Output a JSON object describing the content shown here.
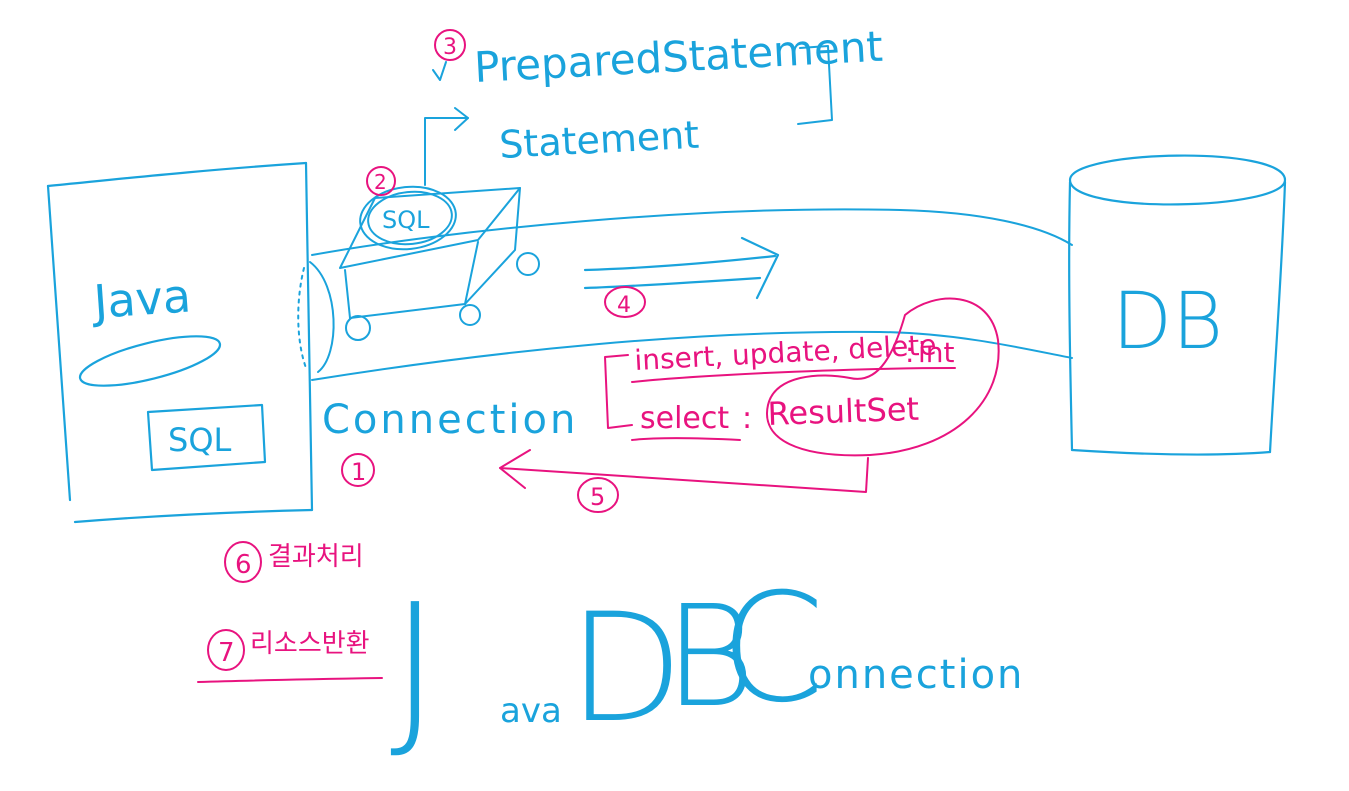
{
  "colors": {
    "blue": "#1aa3dc",
    "pink": "#e8137f",
    "background": "#ffffff"
  },
  "java_box": {
    "label": "Java",
    "sql_label": "SQL"
  },
  "connection": {
    "label": "Connection",
    "step": "1"
  },
  "cart": {
    "sql_label": "SQL",
    "step": "2"
  },
  "statements": {
    "step": "3",
    "prepared": "PreparedStatement",
    "plain": "Statement"
  },
  "send": {
    "step": "4"
  },
  "results": {
    "line1_prefix": "insert, update, delete",
    "line1_type": "int",
    "line2_prefix": "select",
    "line2_type": "ResultSet",
    "step": "5"
  },
  "db": {
    "label": "DB"
  },
  "steps_bottom": {
    "step6_num": "6",
    "step6_text": "결과처리",
    "step7_num": "7",
    "step7_text": "리소스반환"
  },
  "jdbc": {
    "j": "J",
    "ava": "ava",
    "d": "D",
    "b": "B",
    "c": "C",
    "onnection": "onnection"
  }
}
